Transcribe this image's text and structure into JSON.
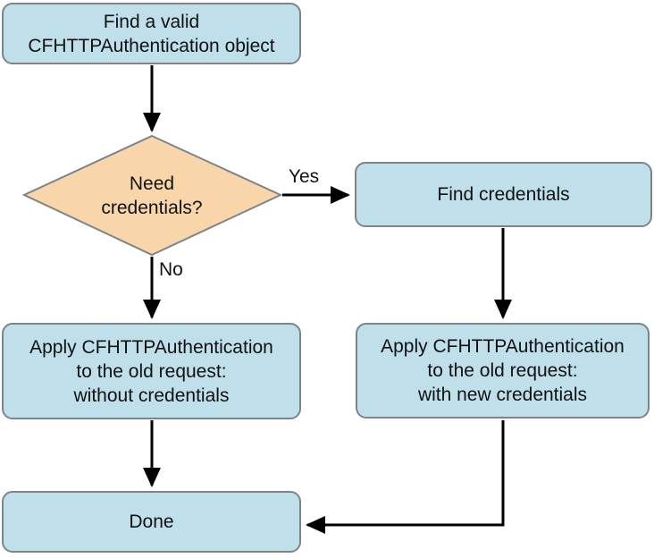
{
  "diagram": {
    "type": "flowchart",
    "nodes": {
      "start": {
        "label": "Find a valid\nCFHTTPAuthentication object",
        "shape": "rounded-rect"
      },
      "decision": {
        "label": "Need\ncredentials?",
        "shape": "diamond"
      },
      "find_credentials": {
        "label": "Find credentials",
        "shape": "rounded-rect"
      },
      "apply_without": {
        "label": "Apply CFHTTPAuthentication\nto the old request:\nwithout credentials",
        "shape": "rounded-rect"
      },
      "apply_with": {
        "label": "Apply CFHTTPAuthentication\nto the old request:\nwith new credentials",
        "shape": "rounded-rect"
      },
      "done": {
        "label": "Done",
        "shape": "rounded-rect"
      }
    },
    "edges": {
      "start_to_decision": {
        "from": "start",
        "to": "decision",
        "label": ""
      },
      "decision_to_find": {
        "from": "decision",
        "to": "find_credentials",
        "label": "Yes"
      },
      "decision_to_apply_without": {
        "from": "decision",
        "to": "apply_without",
        "label": "No"
      },
      "find_to_apply_with": {
        "from": "find_credentials",
        "to": "apply_with",
        "label": ""
      },
      "apply_without_to_done": {
        "from": "apply_without",
        "to": "done",
        "label": ""
      },
      "apply_with_to_done": {
        "from": "apply_with",
        "to": "done",
        "label": ""
      }
    },
    "colors": {
      "process_fill": "#bfe0ea",
      "decision_fill": "#f9d6aa",
      "node_border": "#7d8488",
      "arrow": "#000000",
      "text": "#111111",
      "background": "#ffffff"
    }
  }
}
